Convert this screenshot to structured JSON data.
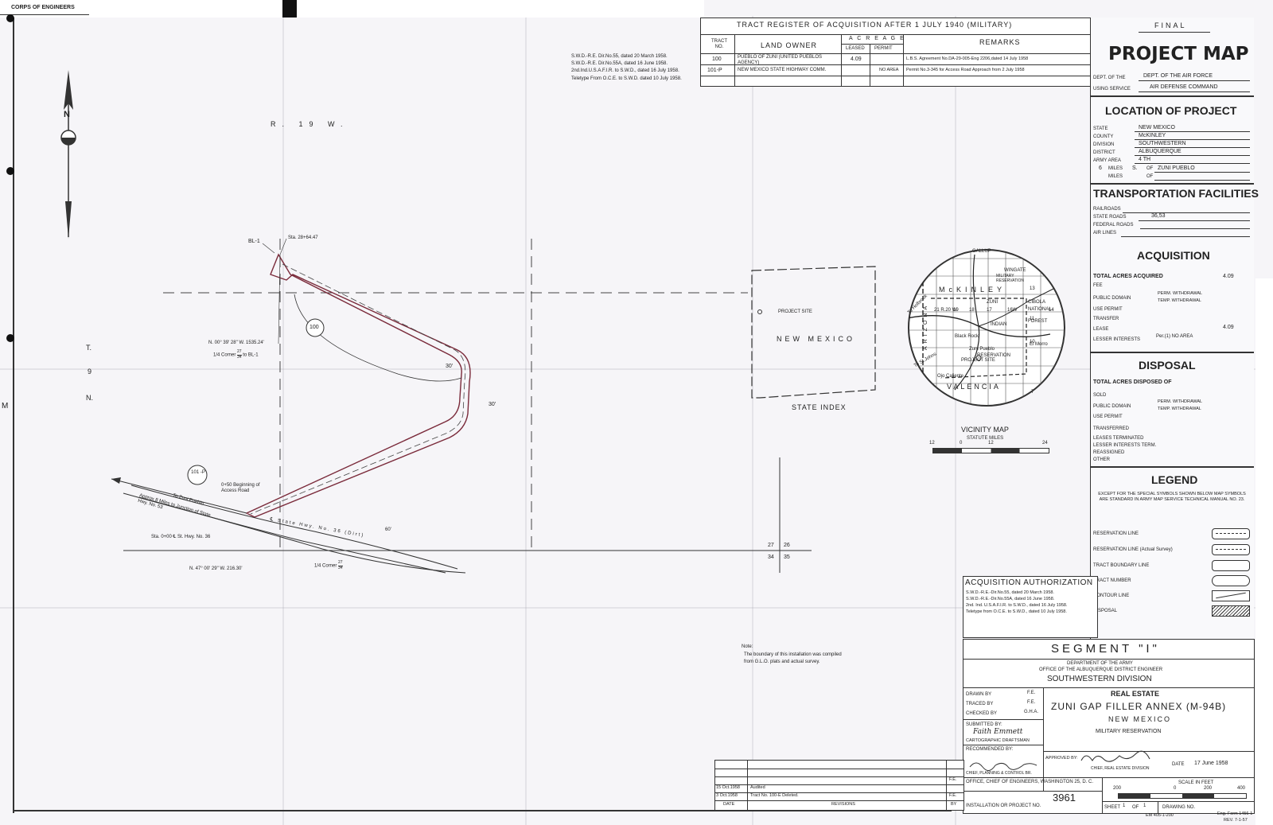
{
  "header_corner": "CORPS OF ENGINEERS",
  "tract_register": {
    "title": "TRACT REGISTER OF ACQUISITION AFTER 1 JULY 1940 (MILITARY)",
    "col_tract": "TRACT NO.",
    "col_owner": "LAND OWNER",
    "col_acreage": "A C R E A G E",
    "col_leased": "LEASED",
    "col_permit": "PERMIT",
    "col_remarks": "REMARKS",
    "rows": [
      {
        "tract": "100",
        "owner": "PUEBLO OF ZUNI (UNITED PUEBLOS AGENCY)",
        "leased": "4.09",
        "permit": "",
        "remarks": "L.B.S. Agreement No.DA-29-005-Eng 2206,dated 14 July 1958"
      },
      {
        "tract": "101-P",
        "owner": "NEW MEXICO STATE HIGHWAY COMM.",
        "leased": "",
        "permit": "NO AREA",
        "remarks": "Permit No.3-345 for Access Road Approach from 2 July 1958"
      }
    ]
  },
  "auth_note_lines": [
    "S.W.D.-R.E. Dir.No.55, dated 20 March 1958.",
    "S.W.D.-R.E. Dir.No.55A, dated 16 June 1958.",
    "2nd.Ind.U.S.A.F.I.R. to S.W.D., dated 16 July 1958.",
    "Teletype From O.C.E. to S.W.D. dated 10 July 1958."
  ],
  "title_block": {
    "final": "FINAL",
    "title": "PROJECT MAP",
    "dept_label": "DEPT. OF THE",
    "dept_value": "DEPT. OF THE AIR FORCE",
    "using_label": "USING SERVICE",
    "using_value": "AIR DEFENSE COMMAND"
  },
  "location": {
    "heading": "LOCATION OF PROJECT",
    "fields": [
      {
        "label": "STATE",
        "value": "NEW MEXICO"
      },
      {
        "label": "COUNTY",
        "value": "McKINLEY"
      },
      {
        "label": "DIVISION",
        "value": "SOUTHWESTERN"
      },
      {
        "label": "DISTRICT",
        "value": "ALBUQUERQUE"
      },
      {
        "label": "ARMY AREA",
        "value": "4 TH"
      }
    ],
    "miles1_num": "6",
    "miles1_label": "MILES",
    "miles1_dir": "S.",
    "miles1_of": "OF",
    "miles1_place": "ZUNI PUEBLO",
    "miles2_label": "MILES",
    "miles2_of": "OF"
  },
  "transportation": {
    "heading": "TRANSPORTATION FACILITIES",
    "fields": [
      {
        "label": "RAILROADS",
        "value": ""
      },
      {
        "label": "STATE ROADS",
        "value": "36,53"
      },
      {
        "label": "FEDERAL ROADS",
        "value": ""
      },
      {
        "label": "AIR LINES",
        "value": ""
      }
    ]
  },
  "acquisition": {
    "heading": "ACQUISITION",
    "total_label": "TOTAL ACRES ACQUIRED",
    "total_value": "4.09",
    "fee": "FEE",
    "public_domain": "PUBLIC DOMAIN",
    "perm_withdrawal": "PERM. WITHDRAWAL",
    "temp_withdrawal": "TEMP. WITHDRAWAL",
    "use_permit": "USE PERMIT",
    "transfer": "TRANSFER",
    "lease": "LEASE",
    "lease_value": "4.09",
    "lesser": "LESSER INTERESTS",
    "lesser_value": "Per.(1) NO AREA"
  },
  "disposal": {
    "heading": "DISPOSAL",
    "total_label": "TOTAL ACRES DISPOSED OF",
    "items": [
      "SOLD",
      "PUBLIC DOMAIN",
      "USE PERMIT",
      "TRANSFERRED",
      "LEASES TERMINATED",
      "LESSER INTERESTS TERM.",
      "REASSIGNED",
      "OTHER"
    ],
    "perm_withdrawal": "PERM. WITHDRAWAL",
    "temp_withdrawal": "TEMP. WITHDRAWAL"
  },
  "legend": {
    "heading": "LEGEND",
    "note": "EXCEPT FOR THE SPECIAL SYMBOLS SHOWN BELOW MAP SYMBOLS ARE STANDARD IN ARMY MAP SERVICE TECHNICAL MANUAL NO. 23.",
    "items": [
      "RESERVATION LINE",
      "RESERVATION LINE (Actual Survey)",
      "TRACT BOUNDARY LINE",
      "TRACT NUMBER",
      "CONTOUR LINE",
      "DISPOSAL"
    ]
  },
  "acq_auth": {
    "title": "ACQUISITION AUTHORIZATION",
    "lines": [
      "S.W.D.-R.E.-Dir.No.55, dated 20 March 1958.",
      "S.W.D.-R.E.-Dir.No.55A, dated 16 June 1958.",
      "2nd. Ind. U.S.A.F.I.R. to S.W.D., dated 16 July 1958.",
      "Teletype from O.C.E. to S.W.D., dated 10 July 1958."
    ]
  },
  "segment": {
    "title": "SEGMENT \"I\"",
    "dept": "DEPARTMENT OF THE ARMY",
    "office": "OFFICE OF THE ALBUQUERQUE DISTRICT ENGINEER",
    "division": "SOUTHWESTERN DIVISION",
    "drawn_by": "DRAWN BY",
    "drawn_val": "F.E.",
    "traced_by": "TRACED BY",
    "traced_val": "F.E.",
    "checked_by": "CHECKED BY",
    "checked_val": "G.H.A.",
    "submitted_by": "SUBMITTED BY:",
    "submitted_sig": "Faith Emmett",
    "cart": "CARTOGRAPHIC DRAFTSMAN",
    "recommended_by": "RECOMMENDED BY:",
    "chief_planning": "CHIEF, PLANNING & CONTROL BR.",
    "real_estate": "REAL ESTATE",
    "project_name": "ZUNI GAP FILLER ANNEX (M-94B)",
    "state": "NEW MEXICO",
    "mil_res": "MILITARY RESERVATION",
    "approved_by": "APPROVED BY:",
    "chief_re": "CHIEF, REAL ESTATE DIVISION",
    "date_label": "DATE",
    "date_value": "17 June 1958",
    "office_chief": "OFFICE, CHIEF OF ENGINEERS, WASHINGTON 25, D. C.",
    "scale_label": "SCALE IN FEET",
    "scale_ticks": [
      "200",
      "0",
      "200",
      "400"
    ],
    "install_label": "INSTALLATION OR PROJECT NO.",
    "install_no": "3961",
    "sheet_label": "SHEET",
    "sheet_no": "1",
    "sheet_of": "OF",
    "sheet_total": "1",
    "drawing_no": "DRAWING NO."
  },
  "revisions": {
    "rows": [
      {
        "date": "15 Oct.1958",
        "text": "Audited",
        "by": ""
      },
      {
        "date": "3 Oct.1958",
        "text": "Tract No. 100-E Deleted.",
        "by": "F.E."
      }
    ],
    "col_date": "DATE",
    "col_rev": "REVISIONS",
    "col_by": "BY",
    "extra_by": "F.E."
  },
  "footer": {
    "em": "EM 405-1-200",
    "form": "Eng. Form 1456-1",
    "rev": "REV. 7-1-57"
  },
  "map": {
    "north": "N",
    "range": "R. 19 W.",
    "township_t": "T.",
    "township_9": "9",
    "township_n": "N.",
    "bl1": "BL-1",
    "sta_top": "Sta. 28+64.47",
    "tract100": "100",
    "tract101": "101 -P",
    "bearing1": "N. 00° 39' 28\" W. 1535.24'",
    "corner_note": "1/4 Corner",
    "corner_frac_top": "27",
    "corner_frac_bot": "34",
    "corner_to": "to BL-1",
    "w30a": "30'",
    "w30b": "30'",
    "begin": "0+50 Beginning of Access Road",
    "to_zuni": "To Zuni Pueblo",
    "approx": "Approx 8 Miles to Junction of State Hwy. No. 53",
    "sta0": "Sta. 0+00 ℄ St. Hwy. No. 36",
    "hwy36": "℄ State Hwy. No. 36 (Dirt)",
    "w60": "60'",
    "bearing2": "N. 47° 00' 29\" W. 216.30'",
    "corner2": "1/4 Corner",
    "sec27": "27",
    "sec26": "26",
    "sec34": "34",
    "sec35": "35",
    "note_title": "Note:",
    "note_text1": "The boundary of this installation was compiled",
    "note_text2": "from G.L.O. plats and actual survey.",
    "project_site": "PROJECT SITE",
    "new_mexico": "NEW MEXICO",
    "state_index": "STATE INDEX",
    "margin_m": "M"
  },
  "vicinity": {
    "title": "VICINITY MAP",
    "units": "STATUTE MILES",
    "ticks": [
      "12",
      "0",
      "12",
      "24"
    ],
    "labels": {
      "gallup": "GALLUP",
      "wingate": "WINGATE",
      "military": "MILITARY RESERVATION",
      "mckinley": "McKINLEY",
      "arizona": "ARIZONA",
      "zuni": "ZUNI",
      "indian": "INDIAN",
      "cibola": "CIBOLA",
      "national": "NATIONAL",
      "forest": "FOREST",
      "blackrock": "Black Rock",
      "zunipueblo": "Zuni Pueblo",
      "reservation": "RESERVATION",
      "project": "PROJECT SITE",
      "ojo": "Ojo Caliente",
      "valencia": "VALENCIA",
      "elmoro": "El Morro",
      "holbrook": "To Holbrook",
      "stjohns": "To St.Johns",
      "r20w": "21 R.20 W.",
      "n13": "13",
      "n18": "18",
      "n19": "19",
      "n17": "17",
      "n16": "16W",
      "n14": "14",
      "n11": "11",
      "n10": "10",
      "n7": "7"
    }
  }
}
